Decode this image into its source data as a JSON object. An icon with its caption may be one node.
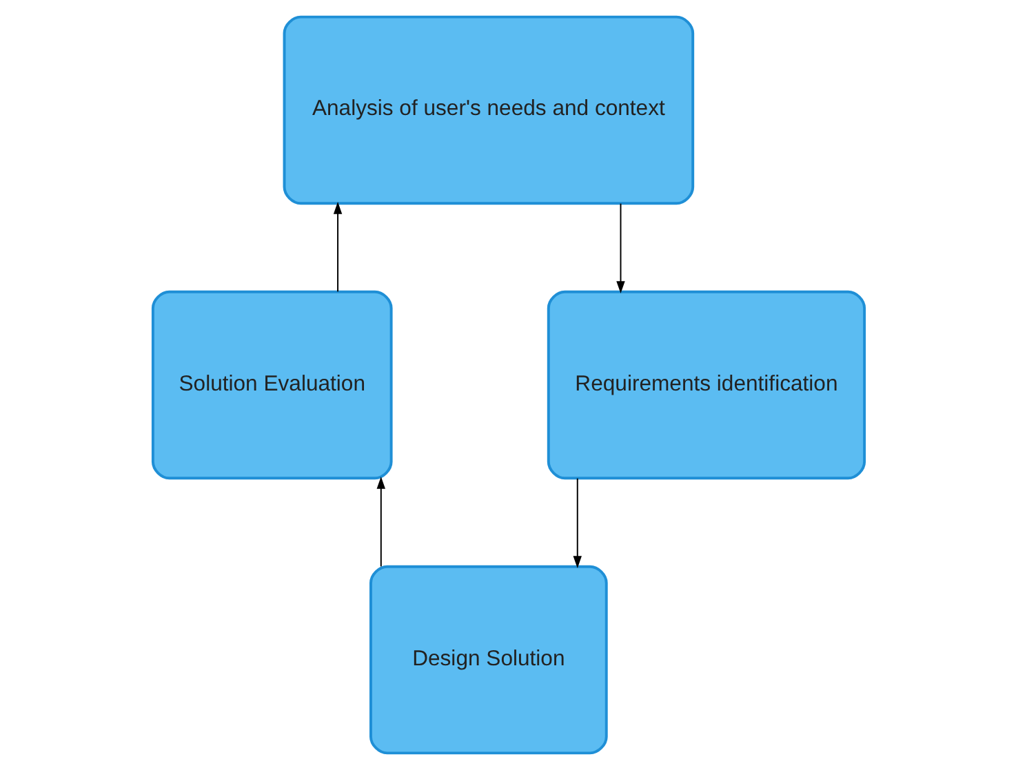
{
  "diagram": {
    "nodes": [
      {
        "text": [
          "Analysis of user's needs and context"
        ]
      },
      {
        "text": [
          "Requirements identification"
        ]
      },
      {
        "text": [
          "Design Solution"
        ]
      },
      {
        "text": [
          "Solution Evaluation"
        ]
      }
    ],
    "edges": [
      {
        "from": 0,
        "to": 1,
        "arrow": "to"
      },
      {
        "from": 1,
        "to": 2,
        "arrow": "to"
      },
      {
        "from": 2,
        "to": 3,
        "arrow": "to"
      },
      {
        "from": 3,
        "to": 0,
        "arrow": "to"
      }
    ]
  }
}
